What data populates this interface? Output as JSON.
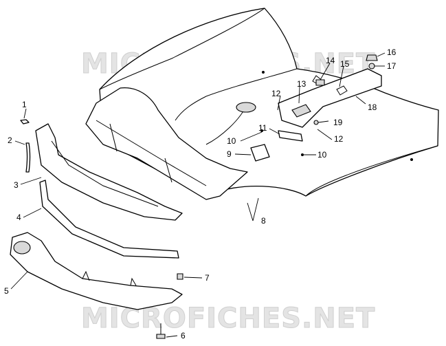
{
  "watermarks": [
    "MICROFICHES.NET",
    "MICROFICHES.NET"
  ],
  "callouts": {
    "c1": "1",
    "c2": "2",
    "c3": "3",
    "c4": "4",
    "c5": "5",
    "c6": "6",
    "c7": "7",
    "c8": "8",
    "c9": "9",
    "c10a": "10",
    "c10b": "10",
    "c11": "11",
    "c12a": "12",
    "c12b": "12",
    "c13": "13",
    "c14": "14",
    "c15": "15",
    "c16": "16",
    "c17": "17",
    "c18": "18",
    "c19": "19"
  }
}
